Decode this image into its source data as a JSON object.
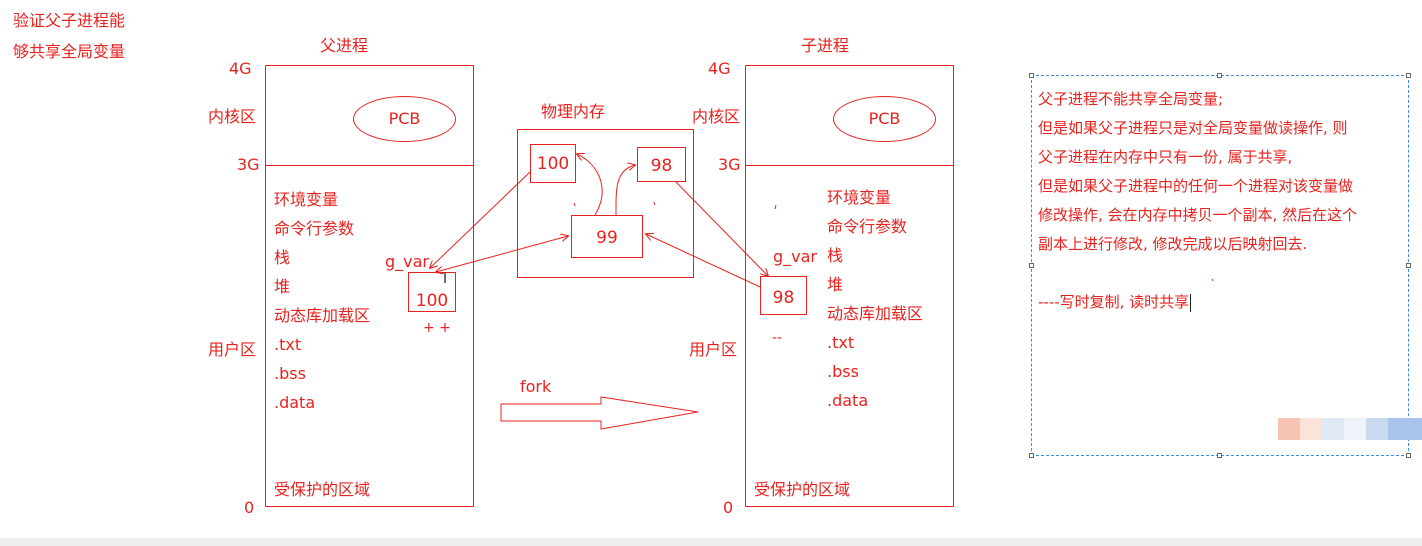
{
  "title": [
    "验证父子进程能",
    "够共享全局变量"
  ],
  "parent": {
    "label": "父进程",
    "addr_4g": "4G",
    "addr_3g": "3G",
    "addr_0": "0",
    "kernel_label": "内核区",
    "user_label": "用户区",
    "pcb": "PCB",
    "segments": [
      "环境变量",
      "命令行参数",
      "栈",
      "堆",
      "动态库加载区",
      ".txt",
      ".bss",
      ".data"
    ],
    "protected": "受保护的区域",
    "var_name": "g_var",
    "var_value": "100",
    "var_op": "+ +"
  },
  "child": {
    "label": "子进程",
    "addr_4g": "4G",
    "addr_3g": "3G",
    "addr_0": "0",
    "kernel_label": "内核区",
    "user_label": "用户区",
    "pcb": "PCB",
    "segments": [
      "环境变量",
      "命令行参数",
      "栈",
      "堆",
      "动态库加载区",
      ".txt",
      ".bss",
      ".data"
    ],
    "protected": "受保护的区域",
    "var_name": "g_var",
    "var_value": "98",
    "var_op": "--"
  },
  "physical_memory": {
    "label": "物理内存",
    "cells": {
      "a": "100",
      "b": "98",
      "c": "99"
    }
  },
  "fork_label": "fork",
  "note": {
    "lines": [
      "父子进程不能共享全局变量;",
      "但是如果父子进程只是对全局变量做读操作, 则",
      "父子进程在内存中只有一份, 属于共享,",
      "但是如果父子进程中的任何一个进程对该变量做",
      "修改操作, 会在内存中拷贝一个副本, 然后在这个",
      "副本上进行修改, 修改完成以后映射回去.",
      "",
      "----写时复制, 读时共享"
    ]
  },
  "colors": {
    "ink": "#e8231f",
    "selection": "#3a8ee6",
    "background": "#ffffff"
  }
}
